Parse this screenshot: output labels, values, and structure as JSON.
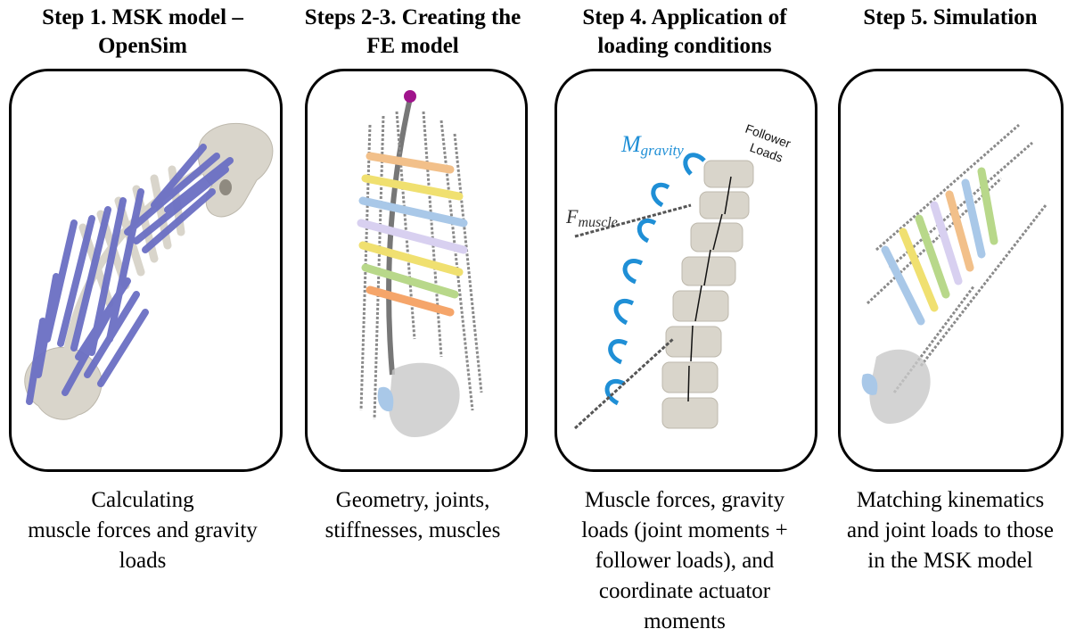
{
  "steps": [
    {
      "title": "Step 1. MSK model –\nOpenSim",
      "caption": "Calculating\nmuscle forces and gravity\nloads"
    },
    {
      "title": "Steps 2-3. Creating the\nFE model",
      "caption": "Geometry, joints,\nstiffnesses, muscles"
    },
    {
      "title": "Step 4. Application of\nloading conditions",
      "caption": "Muscle forces, gravity\nloads (joint moments +\nfollower loads), and\ncoordinate actuator\nmoments",
      "labels": {
        "m_main": "M",
        "m_sub": "gravity",
        "f_main": "F",
        "f_sub": "muscle",
        "follower_1": "Follower",
        "follower_2": "Loads"
      }
    },
    {
      "title": "Step 5. Simulation",
      "caption": "Matching kinematics\nand joint loads to those\nin the MSK model"
    }
  ],
  "colors": {
    "muscle_purple": "#6b6fc4",
    "bone": "#d9d5cb",
    "moment_blue": "#1f8fd6",
    "rib_palette": [
      "#f2c08a",
      "#f0e070",
      "#b8d88a",
      "#a9c8e8",
      "#d8d0f0",
      "#f5a56a"
    ]
  }
}
